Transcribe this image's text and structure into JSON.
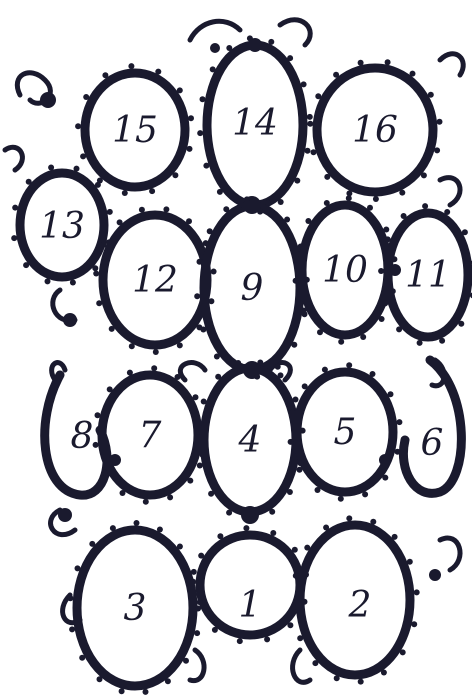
{
  "diagram": {
    "ink_color": "#1a1a2e",
    "background": "#ffffff",
    "loops": [
      {
        "id": "1",
        "label": "1"
      },
      {
        "id": "2",
        "label": "2"
      },
      {
        "id": "3",
        "label": "3"
      },
      {
        "id": "4",
        "label": "4"
      },
      {
        "id": "5",
        "label": "5"
      },
      {
        "id": "6",
        "label": "6"
      },
      {
        "id": "7",
        "label": "7"
      },
      {
        "id": "8",
        "label": "8"
      },
      {
        "id": "9",
        "label": "9"
      },
      {
        "id": "10",
        "label": "10"
      },
      {
        "id": "11",
        "label": "11"
      },
      {
        "id": "12",
        "label": "12"
      },
      {
        "id": "13",
        "label": "13"
      },
      {
        "id": "14",
        "label": "14"
      },
      {
        "id": "15",
        "label": "15"
      },
      {
        "id": "16",
        "label": "16"
      }
    ]
  }
}
